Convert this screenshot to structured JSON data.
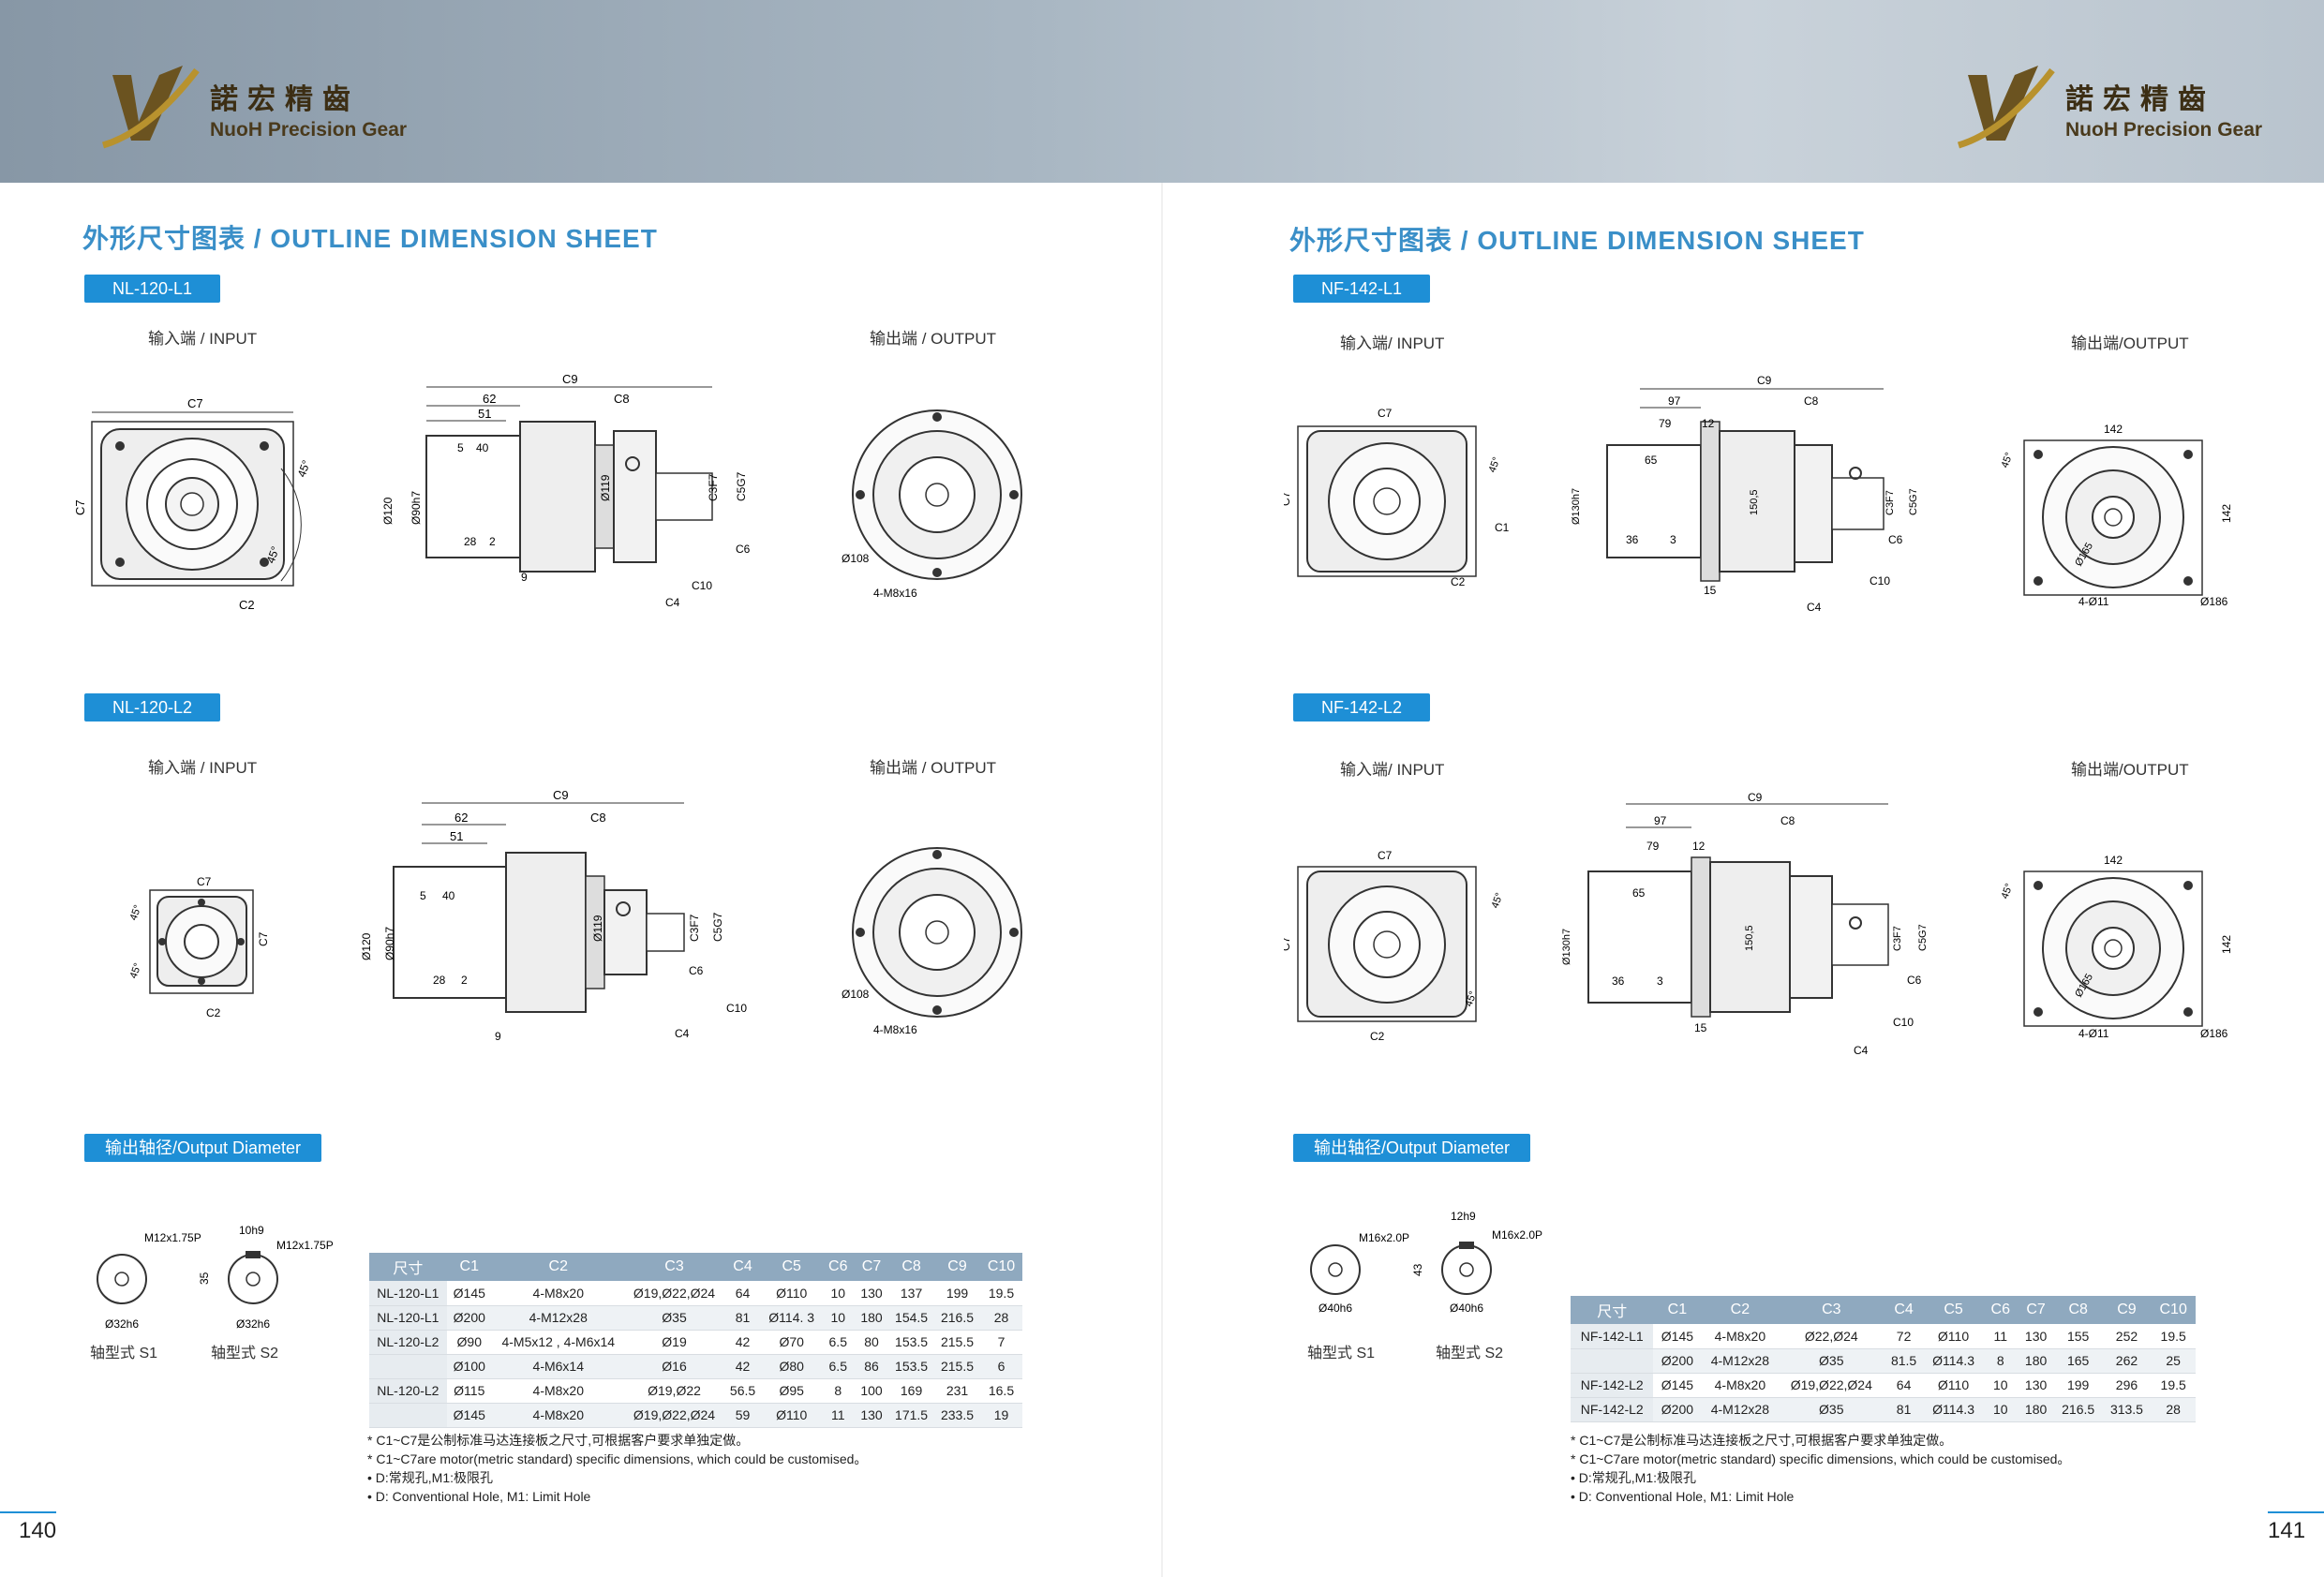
{
  "brand": {
    "cn": "諾宏精齒",
    "en": "NuoH Precision Gear"
  },
  "left": {
    "title": "外形尺寸图表 / OUTLINE DIMENSION SHEET",
    "models": [
      "NL-120-L1",
      "NL-120-L2"
    ],
    "input_label": "输入端 / INPUT",
    "output_label": "输出端 / OUTPUT",
    "shaft_tag": "输出轴径/Output Diameter",
    "shaft": {
      "s1_thread": "M12x1.75P",
      "s1_dia": "Ø32h6",
      "s1_caption": "轴型式 S1",
      "s2_key": "10h9",
      "s2_thread": "M12x1.75P",
      "s2_len": "35",
      "s2_dia": "Ø32h6",
      "s2_caption": "轴型式 S2"
    },
    "dims": {
      "c9": "C9",
      "c8": "C8",
      "c7": "C7",
      "c2": "C2",
      "c4": "C4",
      "c5": "C5G7",
      "c6": "C6",
      "c10": "C10",
      "c3": "C3F7",
      "d62": "62",
      "d51": "51",
      "d5": "5",
      "d40": "40",
      "d28": "28",
      "d2": "2",
      "d9": "9",
      "dia120": "Ø120",
      "dia90": "Ø90h7",
      "dia119": "Ø119",
      "dia108": "Ø108",
      "bolt": "4-M8x16",
      "ang": "45°"
    },
    "table": {
      "headers": [
        "尺寸",
        "C1",
        "C2",
        "C3",
        "C4",
        "C5",
        "C6",
        "C7",
        "C8",
        "C9",
        "C10"
      ],
      "rows": [
        [
          "NL-120-L1",
          "Ø145",
          "4-M8x20",
          "Ø19,Ø22,Ø24",
          "64",
          "Ø110",
          "10",
          "130",
          "137",
          "199",
          "19.5"
        ],
        [
          "NL-120-L1",
          "Ø200",
          "4-M12x28",
          "Ø35",
          "81",
          "Ø114. 3",
          "10",
          "180",
          "154.5",
          "216.5",
          "28"
        ],
        [
          "NL-120-L2",
          "Ø90",
          "4-M5x12 , 4-M6x14",
          "Ø19",
          "42",
          "Ø70",
          "6.5",
          "80",
          "153.5",
          "215.5",
          "7"
        ],
        [
          "",
          "Ø100",
          "4-M6x14",
          "Ø16",
          "42",
          "Ø80",
          "6.5",
          "86",
          "153.5",
          "215.5",
          "6"
        ],
        [
          "NL-120-L2",
          "Ø115",
          "4-M8x20",
          "Ø19,Ø22",
          "56.5",
          "Ø95",
          "8",
          "100",
          "169",
          "231",
          "16.5"
        ],
        [
          "",
          "Ø145",
          "4-M8x20",
          "Ø19,Ø22,Ø24",
          "59",
          "Ø110",
          "11",
          "130",
          "171.5",
          "233.5",
          "19"
        ]
      ]
    },
    "notes": [
      "* C1~C7是公制标准马达连接板之尺寸,可根据客户要求单独定做。",
      "* C1~C7are motor(metric standard)  specific dimensions, which could be customised。",
      "• D:常规孔,M1:极限孔",
      "• D: Conventional Hole, M1: Limit Hole"
    ],
    "page_num": "140"
  },
  "right": {
    "title": "外形尺寸图表 / OUTLINE DIMENSION SHEET",
    "models": [
      "NF-142-L1",
      "NF-142-L2"
    ],
    "input_label": "输入端/ INPUT",
    "output_label": "输出端/OUTPUT",
    "shaft_tag": "输出轴径/Output Diameter",
    "shaft": {
      "s1_thread": "M16x2.0P",
      "s1_dia": "Ø40h6",
      "s1_caption": "轴型式 S1",
      "s2_key": "12h9",
      "s2_thread": "M16x2.0P",
      "s2_len": "43",
      "s2_dia": "Ø40h6",
      "s2_caption": "轴型式 S2"
    },
    "dims": {
      "c9": "C9",
      "c8": "C8",
      "c7": "C7",
      "c1": "C1",
      "c2": "C2",
      "c4": "C4",
      "c5": "C5G7",
      "c6": "C6",
      "c10": "C10",
      "c3": "C3F7",
      "d97": "97",
      "d79": "79",
      "d12": "12",
      "d65": "65",
      "d36": "36",
      "d3": "3",
      "d15": "15",
      "dia130": "Ø130h7",
      "d150": "150,5",
      "d142": "142",
      "dia165": "Ø165",
      "bolt": "4-Ø11",
      "dia186": "Ø186",
      "ang": "45°"
    },
    "table": {
      "headers": [
        "尺寸",
        "C1",
        "C2",
        "C3",
        "C4",
        "C5",
        "C6",
        "C7",
        "C8",
        "C9",
        "C10"
      ],
      "rows": [
        [
          "NF-142-L1",
          "Ø145",
          "4-M8x20",
          "Ø22,Ø24",
          "72",
          "Ø110",
          "11",
          "130",
          "155",
          "252",
          "19.5"
        ],
        [
          "",
          "Ø200",
          "4-M12x28",
          "Ø35",
          "81.5",
          "Ø114.3",
          "8",
          "180",
          "165",
          "262",
          "25"
        ],
        [
          "NF-142-L2",
          "Ø145",
          "4-M8x20",
          "Ø19,Ø22,Ø24",
          "64",
          "Ø110",
          "10",
          "130",
          "199",
          "296",
          "19.5"
        ],
        [
          "NF-142-L2",
          "Ø200",
          "4-M12x28",
          "Ø35",
          "81",
          "Ø114.3",
          "10",
          "180",
          "216.5",
          "313.5",
          "28"
        ]
      ]
    },
    "notes": [
      "* C1~C7是公制标准马达连接板之尺寸,可根据客户要求单独定做。",
      "* C1~C7are motor(metric standard)  specific dimensions, which could be customised。",
      "• D:常规孔,M1:极限孔",
      "• D: Conventional Hole, M1: Limit Hole"
    ],
    "page_num": "141"
  }
}
